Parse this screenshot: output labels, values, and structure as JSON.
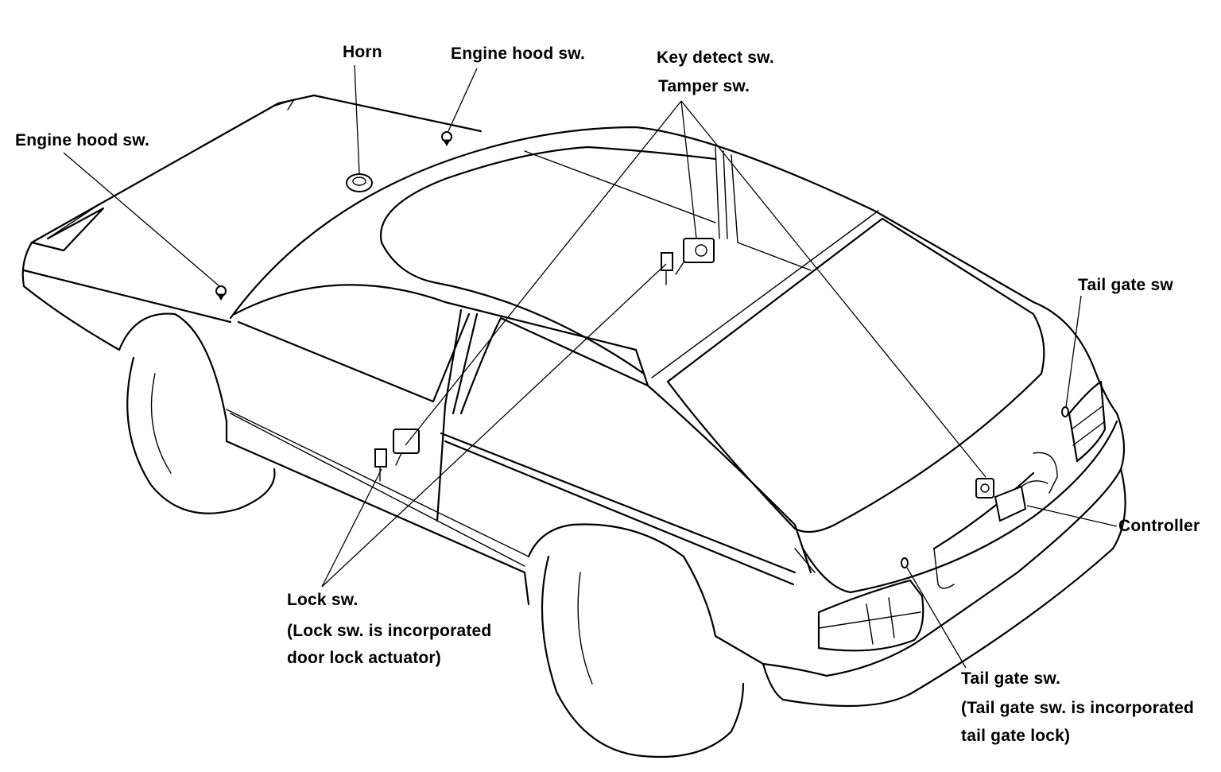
{
  "labels": {
    "horn": "Horn",
    "engine_hood_sw_top": "Engine hood sw.",
    "engine_hood_sw_left": "Engine hood sw.",
    "key_detect_sw": "Key detect sw.",
    "tamper_sw": "Tamper sw.",
    "tail_gate_sw_upper": "Tail gate  sw",
    "controller": "Controller",
    "lock_sw": "Lock sw.",
    "lock_sw_note_1": "(Lock sw. is incorporated",
    "lock_sw_note_2": "door lock actuator)",
    "tail_gate_sw_lower": "Tail gate sw.",
    "tail_gate_sw_note_1": "(Tail gate sw. is incorporated",
    "tail_gate_sw_note_2": "tail gate lock)"
  },
  "colors": {
    "line": "#000000",
    "background": "#ffffff"
  }
}
